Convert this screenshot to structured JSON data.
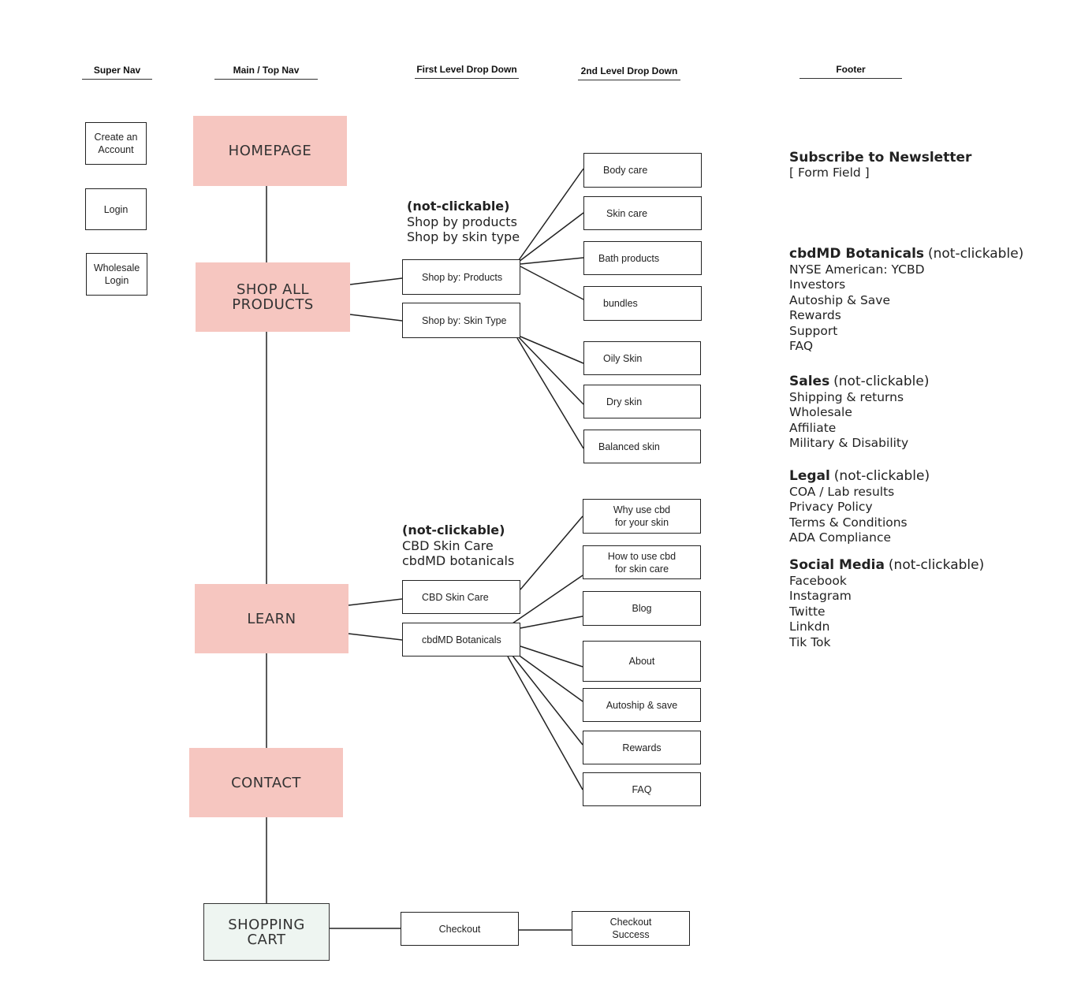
{
  "columns": {
    "super_nav": "Super Nav",
    "main_nav": "Main / Top Nav",
    "first_level": "First Level Drop Down",
    "second_level": "2nd Level Drop Down",
    "footer": "Footer"
  },
  "super_nav": {
    "create_account": "Create an Account",
    "login": "Login",
    "wholesale_login": "Wholesale Login"
  },
  "main_nav": {
    "homepage": "HOMEPAGE",
    "shop_all_products": "SHOP ALL PRODUCTS",
    "learn": "LEARN",
    "contact": "CONTACT",
    "shopping_cart": "SHOPPING CART"
  },
  "notes": {
    "shop": {
      "heading": "(not-clickable)",
      "line1": "Shop by products",
      "line2": "Shop by skin type"
    },
    "learn": {
      "heading": "(not-clickable)",
      "line1": "CBD Skin Care",
      "line2": "cbdMD botanicals"
    }
  },
  "first_level": {
    "shop_by_products": "Shop by: Products",
    "shop_by_skin_type": "Shop by: Skin Type",
    "cbd_skin_care": "CBD Skin Care",
    "cbdmd_botanicals": "cbdMD Botanicals",
    "checkout": "Checkout"
  },
  "second_level": {
    "body_care": "Body care",
    "skin_care": "Skin care",
    "bath_products": "Bath products",
    "bundles": "bundles",
    "oily_skin": "Oily Skin",
    "dry_skin": "Dry skin",
    "balanced_skin": "Balanced skin",
    "why_use_cbd": "Why use cbd for your skin",
    "how_to_use_cbd": "How to use cbd for skin care",
    "blog": "Blog",
    "about": "About",
    "autoship_save": "Autoship & save",
    "rewards": "Rewards",
    "faq": "FAQ",
    "checkout_success": "Checkout Success"
  },
  "footer": {
    "newsletter": {
      "title": "Subscribe to Newsletter",
      "field": "[ Form Field ]"
    },
    "botanicals": {
      "title": "cbdMD Botanicals",
      "tag": "(not-clickable)",
      "items": [
        "NYSE American: YCBD",
        "Investors",
        "Autoship & Save",
        "Rewards",
        "Support",
        "FAQ"
      ]
    },
    "sales": {
      "title": "Sales",
      "tag": "(not-clickable)",
      "items": [
        "Shipping & returns",
        "Wholesale",
        "Affiliate",
        "Military & Disability"
      ]
    },
    "legal": {
      "title": "Legal",
      "tag": "(not-clickable)",
      "items": [
        "COA / Lab results",
        "Privacy Policy",
        "Terms & Conditions",
        "ADA Compliance"
      ]
    },
    "social": {
      "title": "Social Media",
      "tag": "(not-clickable)",
      "items": [
        "Facebook",
        "Instagram",
        "Twitte",
        "Linkdn",
        "Tik Tok"
      ]
    }
  }
}
